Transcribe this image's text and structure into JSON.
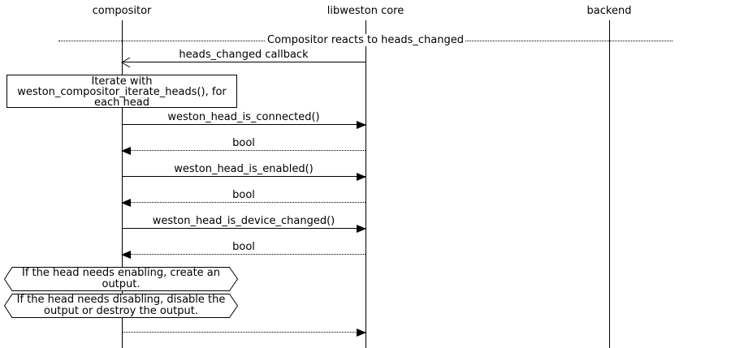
{
  "diagram": {
    "type": "sequence-diagram",
    "colors": {
      "line": "#000000",
      "background": "#ffffff"
    },
    "lifelines": [
      {
        "label": "compositor"
      },
      {
        "label": "libweston core"
      },
      {
        "label": "backend"
      }
    ],
    "divider": {
      "label": "Compositor reacts to heads_changed"
    },
    "messages": [
      {
        "label": "heads_changed callback",
        "from": "libweston core",
        "to": "compositor",
        "style": "solid-open-arrow"
      },
      {
        "label": "weston_head_is_connected()",
        "from": "compositor",
        "to": "libweston core",
        "style": "solid-filled-arrow"
      },
      {
        "label": "bool",
        "from": "libweston core",
        "to": "compositor",
        "style": "dotted-filled-arrow"
      },
      {
        "label": "weston_head_is_enabled()",
        "from": "compositor",
        "to": "libweston core",
        "style": "solid-filled-arrow"
      },
      {
        "label": "bool",
        "from": "libweston core",
        "to": "compositor",
        "style": "dotted-filled-arrow"
      },
      {
        "label": "weston_head_is_device_changed()",
        "from": "compositor",
        "to": "libweston core",
        "style": "solid-filled-arrow"
      },
      {
        "label": "bool",
        "from": "libweston core",
        "to": "compositor",
        "style": "dotted-filled-arrow"
      },
      {
        "label": "",
        "from": "compositor",
        "to": "libweston core",
        "style": "dotted-filled-arrow"
      }
    ],
    "notes": [
      {
        "text": "Iterate with weston_compositor_iterate_heads(), for each head"
      },
      {
        "text": "If the head needs enabling, create an output."
      },
      {
        "text": "If the head needs disabling, disable the output or destroy the output."
      }
    ]
  }
}
